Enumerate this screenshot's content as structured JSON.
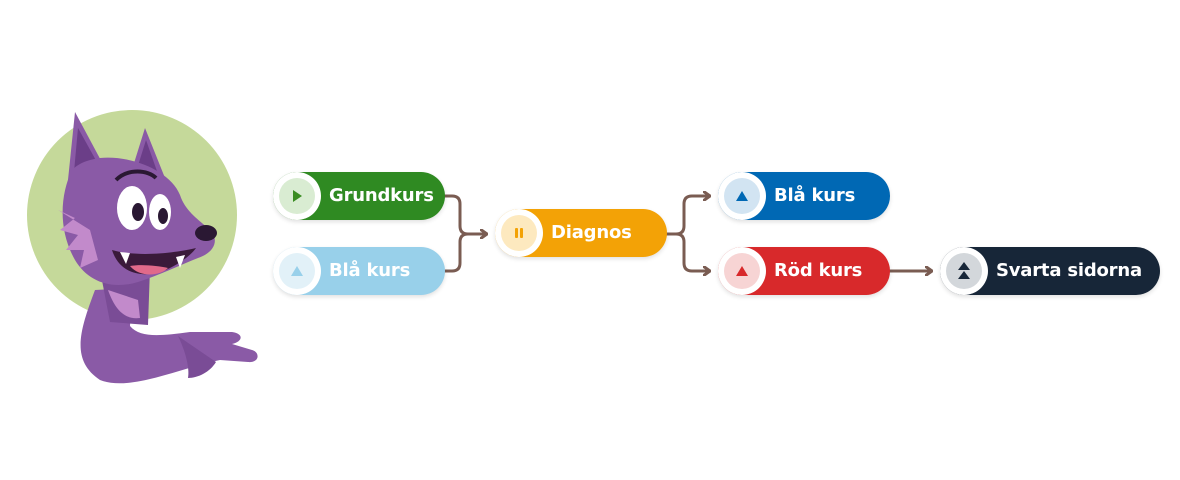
{
  "colors": {
    "grundkurs": "#2f8a22",
    "bla_kurs_light": "#98d0ea",
    "diagnos": "#f3a206",
    "bla_kurs": "#0068b4",
    "rod_kurs": "#d8292b",
    "svarta_sidorna": "#172638",
    "connector": "#7a5c52",
    "mascot_circle": "#c5d99a",
    "mascot_fur": "#8a5aa6"
  },
  "nodes": [
    {
      "id": "grundkurs",
      "label": "Grundkurs",
      "icon": "play-icon"
    },
    {
      "id": "bla-kurs-1",
      "label": "Blå kurs",
      "icon": "triangle-icon"
    },
    {
      "id": "diagnos",
      "label": "Diagnos",
      "icon": "pause-icon"
    },
    {
      "id": "bla-kurs-2",
      "label": "Blå kurs",
      "icon": "triangle-icon"
    },
    {
      "id": "rod-kurs",
      "label": "Röd kurs",
      "icon": "triangle-icon"
    },
    {
      "id": "svarta-sidorna",
      "label": "Svarta sidorna",
      "icon": "double-triangle-icon"
    }
  ],
  "edges": [
    {
      "from": "grundkurs",
      "to": "diagnos"
    },
    {
      "from": "bla-kurs-1",
      "to": "diagnos"
    },
    {
      "from": "diagnos",
      "to": "bla-kurs-2"
    },
    {
      "from": "diagnos",
      "to": "rod-kurs"
    },
    {
      "from": "rod-kurs",
      "to": "svarta-sidorna"
    }
  ],
  "mascot": {
    "icon": "wolf-mascot-icon"
  }
}
